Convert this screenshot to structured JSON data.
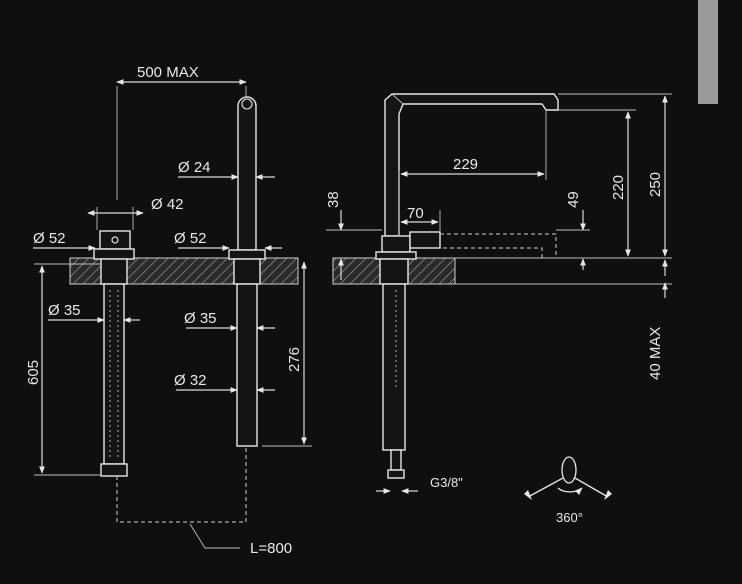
{
  "labels": {
    "reach_max": "500 MAX",
    "dia_24": "Ø 24",
    "dia_42": "Ø 42",
    "dia_52_left": "Ø 52",
    "dia_52_right": "Ø 52",
    "dia_35_left": "Ø 35",
    "dia_35_right": "Ø 35",
    "dia_32": "Ø 32",
    "height_605": "605",
    "height_276": "276",
    "length_800": "L=800",
    "dim_38": "38",
    "dim_70": "70",
    "dim_229": "229",
    "dim_49": "49",
    "dim_220": "220",
    "dim_250": "250",
    "deck_max": "40 MAX",
    "thread": "G3/8\"",
    "rotation": "360°"
  },
  "colors": {
    "background": "#0f0f0f",
    "lines": "#e6e6e6",
    "tab": "#9a9a9a"
  },
  "icons": {
    "rotation": "swivel-arrow-icon"
  }
}
